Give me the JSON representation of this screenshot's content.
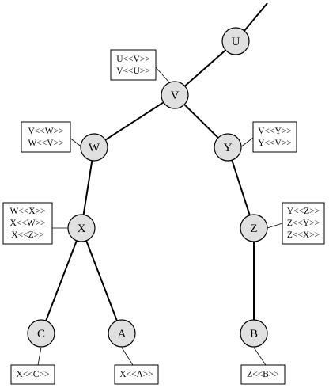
{
  "nodes": {
    "u": {
      "label": "U"
    },
    "v": {
      "label": "V"
    },
    "w": {
      "label": "W"
    },
    "y": {
      "label": "Y"
    },
    "x": {
      "label": "X"
    },
    "z": {
      "label": "Z"
    },
    "c": {
      "label": "C"
    },
    "a": {
      "label": "A"
    },
    "b": {
      "label": "B"
    }
  },
  "boxes": {
    "v": [
      "U<<V>>",
      "V<<U>>"
    ],
    "w": [
      "V<<W>>",
      "W<<V>>"
    ],
    "y": [
      "V<<Y>>",
      "Y<<V>>"
    ],
    "x": [
      "W<<X>>",
      "X<<W>>",
      "X<<Z>>"
    ],
    "z": [
      "Y<<Z>>",
      "Z<<Y>>",
      "Z<<X>>"
    ],
    "c": [
      "X<<C>>"
    ],
    "a": [
      "X<<A>>"
    ],
    "b": [
      "Z<<B>>"
    ]
  }
}
